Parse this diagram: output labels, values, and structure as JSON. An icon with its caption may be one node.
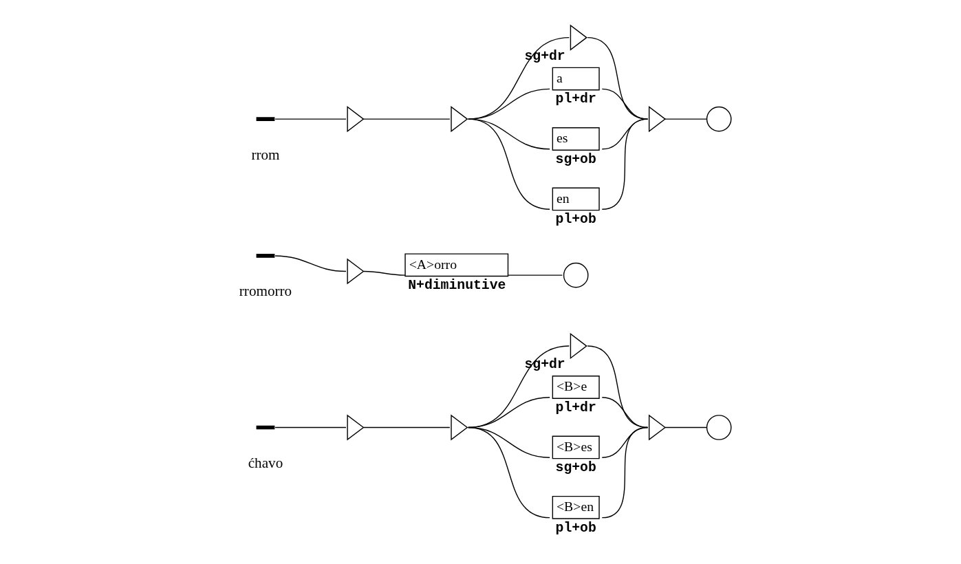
{
  "diagram": {
    "nodes": [
      {
        "text": [],
        "shape": "bar"
      },
      {
        "text": [],
        "shape": "triangle"
      },
      {
        "text": [],
        "shape": "triangle"
      },
      {
        "text": [],
        "shape": "triangle",
        "beside": [
          "sg+dr"
        ]
      },
      {
        "text": [
          "a"
        ],
        "beside": [
          "pl+dr"
        ]
      },
      {
        "text": [
          "es"
        ],
        "beside": [
          "sg+ob"
        ]
      },
      {
        "text": [
          "en"
        ],
        "beside": [
          "pl+ob"
        ]
      },
      {
        "text": [],
        "shape": "triangle"
      },
      {
        "text": [],
        "shape": "circle"
      },
      {
        "text": [],
        "shape": "bar"
      },
      {
        "text": [],
        "shape": "triangle"
      },
      {
        "text": [
          "<A>orro"
        ],
        "beside": [
          "N+diminutive"
        ]
      },
      {
        "text": [],
        "shape": "circle"
      },
      {
        "text": [],
        "shape": "bar"
      },
      {
        "text": [],
        "shape": "triangle"
      },
      {
        "text": [],
        "shape": "triangle"
      },
      {
        "text": [],
        "shape": "triangle",
        "beside": [
          "sg+dr"
        ]
      },
      {
        "text": [
          "<B>e"
        ],
        "beside": [
          "pl+dr"
        ]
      },
      {
        "text": [
          "<B>es"
        ],
        "beside": [
          "sg+ob"
        ]
      },
      {
        "text": [
          "<B>en"
        ],
        "beside": [
          "pl+ob"
        ]
      },
      {
        "text": [],
        "shape": "triangle"
      },
      {
        "text": [],
        "shape": "circle"
      }
    ],
    "edges": [
      {
        "from": 0,
        "to": 1,
        "arrow": "none"
      },
      {
        "from": 1,
        "to": 2,
        "arrow": "none"
      },
      {
        "from": 2,
        "to": 3,
        "arrow": "none"
      },
      {
        "from": 2,
        "to": 4,
        "arrow": "none"
      },
      {
        "from": 2,
        "to": 5,
        "arrow": "none"
      },
      {
        "from": 2,
        "to": 6,
        "arrow": "none"
      },
      {
        "from": 3,
        "to": 7,
        "arrow": "none"
      },
      {
        "from": 4,
        "to": 7,
        "arrow": "none"
      },
      {
        "from": 5,
        "to": 7,
        "arrow": "none"
      },
      {
        "from": 6,
        "to": 7,
        "arrow": "none"
      },
      {
        "from": 7,
        "to": 8,
        "arrow": "none"
      },
      {
        "from": 9,
        "to": 10,
        "arrow": "none"
      },
      {
        "from": 10,
        "to": 11,
        "arrow": "none"
      },
      {
        "from": 11,
        "to": 12,
        "arrow": "none"
      },
      {
        "from": 13,
        "to": 14,
        "arrow": "none"
      },
      {
        "from": 14,
        "to": 15,
        "arrow": "none"
      },
      {
        "from": 15,
        "to": 16,
        "arrow": "none"
      },
      {
        "from": 15,
        "to": 17,
        "arrow": "none"
      },
      {
        "from": 15,
        "to": 18,
        "arrow": "none"
      },
      {
        "from": 15,
        "to": 19,
        "arrow": "none"
      },
      {
        "from": 16,
        "to": 20,
        "arrow": "none"
      },
      {
        "from": 17,
        "to": 20,
        "arrow": "none"
      },
      {
        "from": 18,
        "to": 20,
        "arrow": "none"
      },
      {
        "from": 19,
        "to": 20,
        "arrow": "none"
      },
      {
        "from": 20,
        "to": 21,
        "arrow": "none"
      }
    ],
    "labels": [
      "rrom",
      "rromorro",
      "ćhavo"
    ]
  }
}
